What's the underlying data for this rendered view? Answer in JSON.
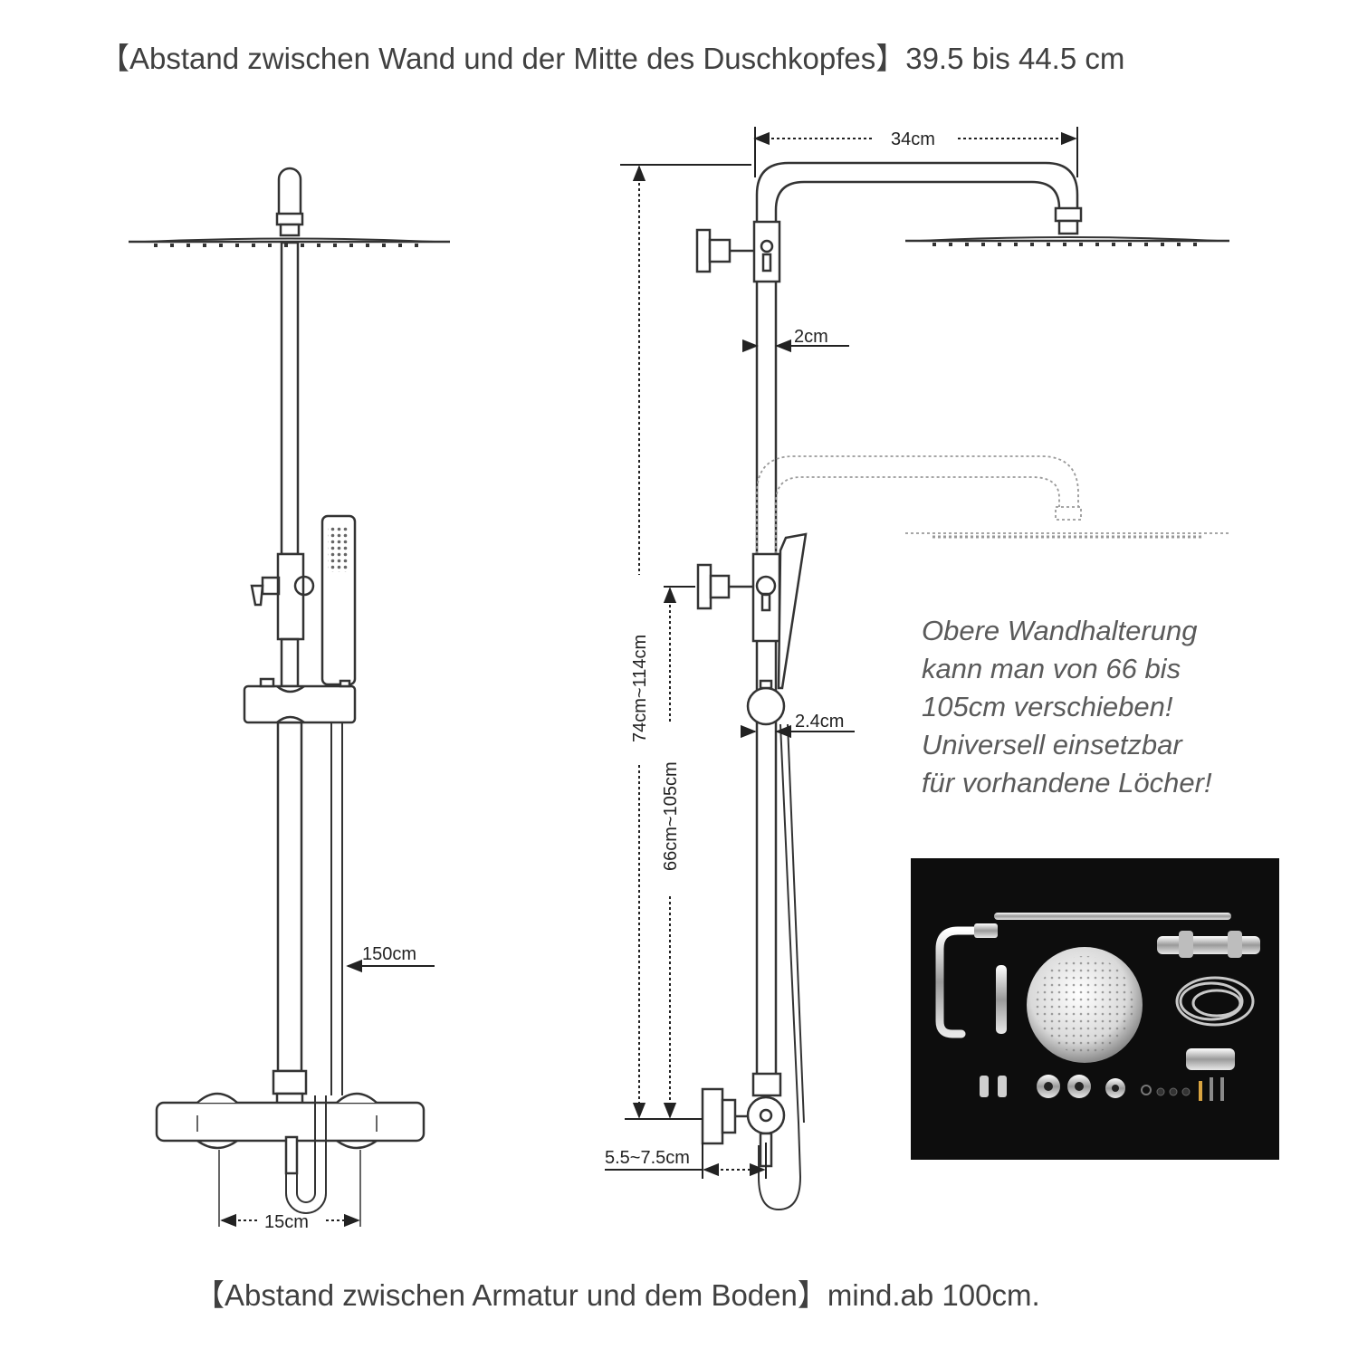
{
  "header": {
    "text": "【Abstand zwischen Wand und der Mitte des Duschkopfes】39.5 bis 44.5 cm"
  },
  "footer": {
    "text": "【Abstand zwischen Armatur und dem Boden】mind.ab 100cm."
  },
  "dimensions": {
    "arm_length": "34cm",
    "pipe_diameter": "2cm",
    "mixer_body_diameter": "2.4cm",
    "total_height": "74cm~114cm",
    "bracket_range": "66cm~105cm",
    "hose_length": "150cm",
    "inlet_spacing": "15cm",
    "wall_offset": "5.5~7.5cm"
  },
  "note": {
    "lines": [
      "Obere Wandhalterung",
      "kann man von 66 bis",
      "105cm verschieben!",
      "Universell einsetzbar",
      "für vorhandene Löcher!"
    ]
  },
  "colors": {
    "line": "#333333",
    "photo_bg": "#0d0d0d",
    "chrome": "#d9d9d9"
  }
}
